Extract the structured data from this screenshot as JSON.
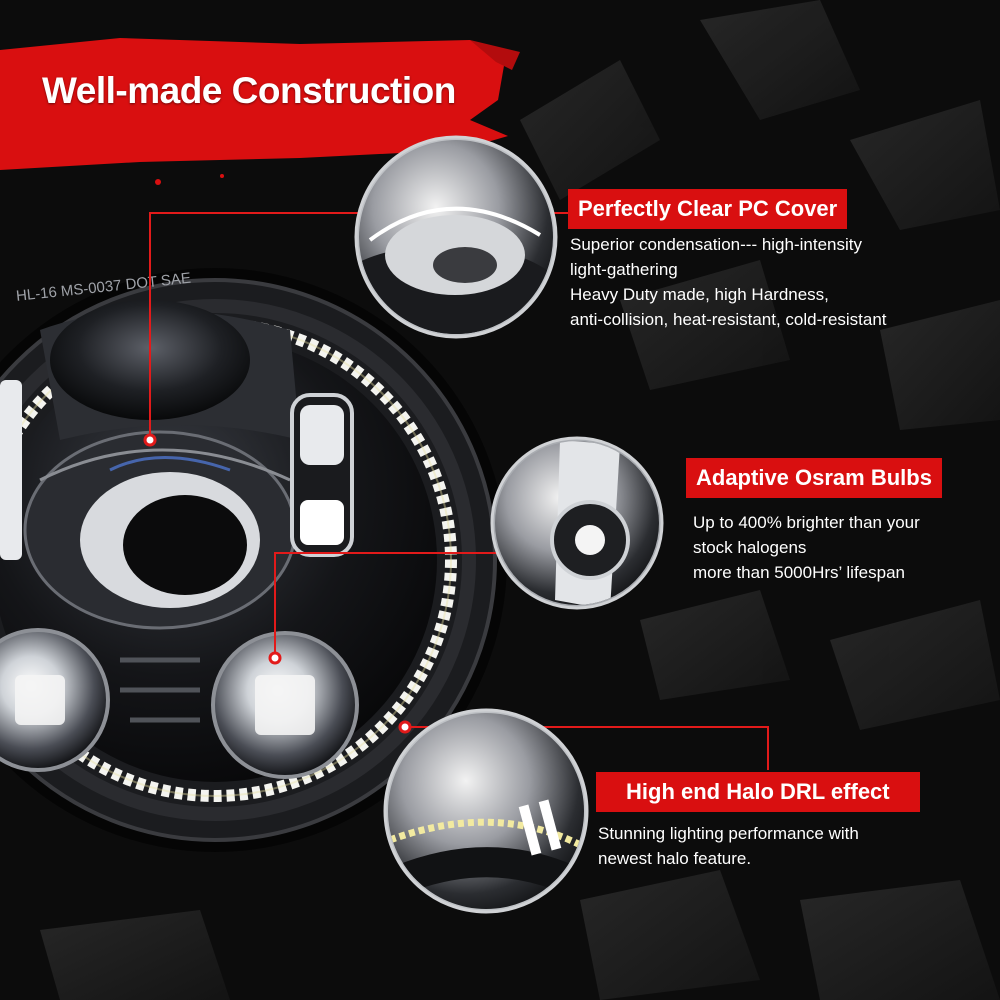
{
  "banner": {
    "title": "Well-made Construction"
  },
  "features": [
    {
      "title": "Perfectly Clear PC Cover",
      "description": [
        "Superior condensation--- high-intensity",
        "light-gathering",
        "Heavy Duty made, high Hardness,",
        "anti-collision, heat-resistant, cold-resistant"
      ]
    },
    {
      "title": "Adaptive Osram Bulbs",
      "description": [
        "Up to 400% brighter than your",
        "stock halogens",
        "more than 5000Hrs’ lifespan"
      ]
    },
    {
      "title": "High end Halo DRL effect",
      "description": [
        "Stunning lighting performance with",
        "newest halo feature."
      ]
    }
  ],
  "headlight": {
    "rim_text": "HL-16 MS-0037 DOT SAE"
  },
  "colors": {
    "accent_red": "#d90f10",
    "background": "#0c0c0c",
    "halo_led": "#f4f4f0",
    "text": "#ffffff"
  }
}
